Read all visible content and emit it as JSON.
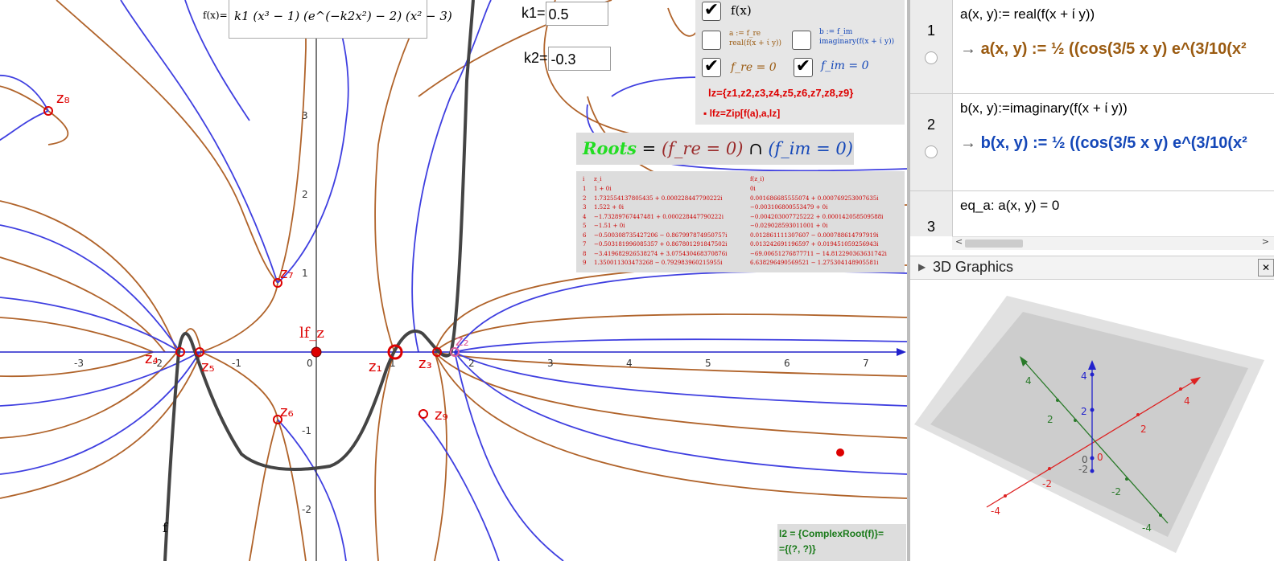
{
  "graphics": {
    "fx_label": "f(x)=",
    "fx_formula": "k1 (x³ − 1) (e^(−k2x²) − 2) (x² − 3)",
    "k1_label": "k1=",
    "k1_value": "0.5",
    "k2_label": "k2=",
    "k2_value": "-0.3",
    "x_ticks": [
      "-3",
      "-2",
      "-1",
      "0",
      "1",
      "2",
      "3",
      "4",
      "5",
      "6",
      "7"
    ],
    "y_ticks": [
      "3",
      "2",
      "1",
      "-1",
      "-2"
    ],
    "curve_label": "f",
    "point_labels": {
      "z1": "z₁",
      "z2": "z₂",
      "z3": "z₃",
      "z4": "z₄",
      "z5": "z₅",
      "z6": "z₆",
      "z7": "z₇",
      "z8": "z₈",
      "z9": "z₉",
      "lfz": "lf_z"
    },
    "colors": {
      "brown": "#b0632a",
      "blue": "#3f3fe0",
      "black_curve": "#444444",
      "red": "#dd1111",
      "axis": "#2222cc"
    }
  },
  "checkbox_panel": {
    "fx": {
      "label": "f(x)",
      "checked": true
    },
    "a": {
      "label": "a := f_re\nreal(f(x + ί y))",
      "checked": false
    },
    "b": {
      "label": "b := f_im\nimaginary(f(x + ί y))",
      "checked": false
    },
    "fre": {
      "label": "f_re = 0",
      "checked": true
    },
    "fim": {
      "label": "f_im = 0",
      "checked": true
    },
    "lz": "lz={z1,z2,z3,z4,z5,z6,z7,z8,z9}",
    "lfz": "lfz=Zip[f(a),a,lz]"
  },
  "roots_text": {
    "roots": "Roots",
    "eq": " = ",
    "fre": "(f_re = 0)",
    "cap": " ∩ ",
    "fim": "(f_im = 0)"
  },
  "roots_table": {
    "header_i": "i",
    "header_z": "z_i",
    "header_f": "f(z_i)",
    "rows": [
      [
        "1",
        "1 + 0i",
        "0i"
      ],
      [
        "2",
        "1.732554137805435 + 0.000228447790222i",
        "0.001686685555074 + 0.000769253007635i"
      ],
      [
        "3",
        "1.522 + 0i",
        "−0.003106800553479 + 0i"
      ],
      [
        "4",
        "−1.73289767447481 + 0.000228447790222i",
        "−0.004203007725222 + 0.000142058509588i"
      ],
      [
        "5",
        "−1.51 + 0i",
        "−0.029028593011001 + 0i"
      ],
      [
        "6",
        "−0.500308735427206 − 0.867997874950757i",
        "0.012861111307607 − 0.000788614797919i"
      ],
      [
        "7",
        "−0.503181996085357 + 0.867801291847502i",
        "0.013242691196597 + 0.019451059256943i"
      ],
      [
        "8",
        "−3.419682926538274 + 3.075430468370876i",
        "−69.00651276877711 − 14.812290363631742i"
      ],
      [
        "9",
        "1.350011303473268 − 0.792983960215955i",
        "6.638296490569521 − 1.275304148905581i"
      ]
    ]
  },
  "l2_box": {
    "line1": "l2 = {ComplexRoot(f)}=",
    "line2": "={(?, ?)}"
  },
  "algebra": {
    "rows": [
      {
        "num": "1",
        "def": "a(x, y):= real(f(x + ί y))",
        "arrow": "→",
        "out": "a(x, y) := ½ ((cos(3/5 x y) e^(3/10(x²",
        "color": "#9a5a10"
      },
      {
        "num": "2",
        "def": "b(x, y):=imaginary(f(x + ί y))",
        "arrow": "→",
        "out": "b(x, y) := ½ ((cos(3/5 x y) e^(3/10(x²",
        "color": "#1447b8"
      },
      {
        "num": "3",
        "def": "eq_a: a(x, y) = 0",
        "arrow": "",
        "out": "",
        "color": "#000000"
      }
    ],
    "scroll_left": "<",
    "scroll_right": ">"
  },
  "view3d": {
    "title": "3D Graphics",
    "close": "✕",
    "x_ticks": [
      "-4",
      "-2",
      "2",
      "4"
    ],
    "y_ticks": [
      "-4",
      "-2",
      "2",
      "4"
    ],
    "z_ticks": [
      "-2",
      "0",
      "2",
      "4"
    ],
    "origin": "0"
  }
}
